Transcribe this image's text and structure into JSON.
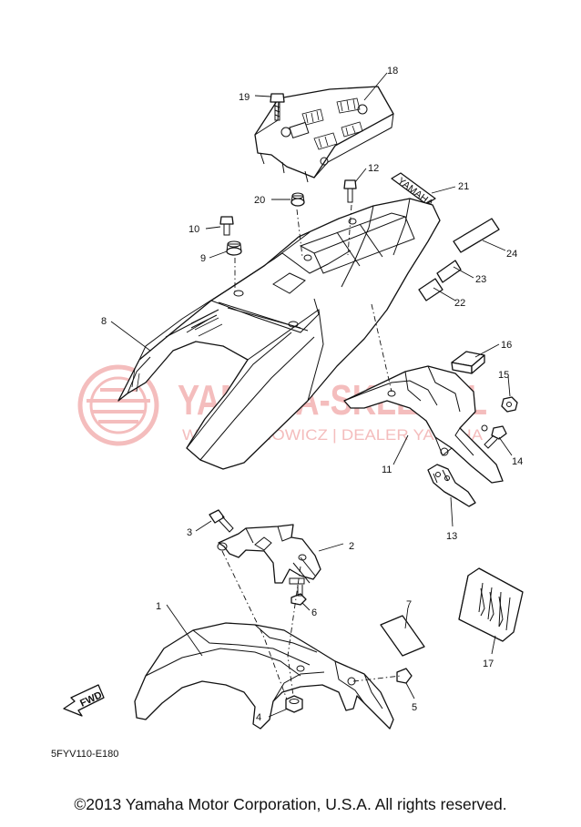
{
  "diagram": {
    "callouts": {
      "p1": "1",
      "p2": "2",
      "p3": "3",
      "p4": "4",
      "p5": "5",
      "p6": "6",
      "p7": "7",
      "p8": "8",
      "p9": "9",
      "p10": "10",
      "p11": "11",
      "p12": "12",
      "p13": "13",
      "p14": "14",
      "p15": "15",
      "p16": "16",
      "p17": "17",
      "p18": "18",
      "p19": "19",
      "p20": "20",
      "p21": "21",
      "p22": "22",
      "p23": "23",
      "p24": "24"
    },
    "fwd_label": "FWD",
    "decal_text": "YAMAHA",
    "diagram_code": "5FYV110-E180",
    "watermark": {
      "main": "YAMAHA-SKLEP.PL",
      "sub": "WOJCIECHOWICZ | DEALER YAMAHA",
      "color": "#f3b6b6"
    }
  },
  "footer": {
    "copyright": "©2013 Yamaha Motor Corporation, U.S.A. All rights reserved."
  }
}
